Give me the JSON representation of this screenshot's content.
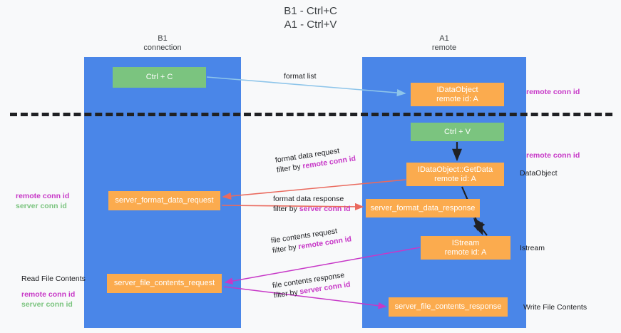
{
  "title": "B1 - Ctrl+C\nA1 - Ctrl+V",
  "columns": {
    "left": {
      "header": "B1\nconnection"
    },
    "right": {
      "header": "A1\nremote"
    }
  },
  "nodes": {
    "ctrl_c": {
      "line1": "Ctrl + C",
      "line2": "",
      "color": "#7bc47f"
    },
    "idataobject": {
      "line1": "IDataObject",
      "line2": "remote id: A",
      "color": "#fbab4e"
    },
    "ctrl_v": {
      "line1": "Ctrl + V",
      "line2": "",
      "color": "#7bc47f"
    },
    "getdata": {
      "line1": "IDataObject::GetData",
      "line2": "remote id: A",
      "color": "#fbab4e"
    },
    "server_format_data_request": {
      "line1": "server_format_data_request",
      "line2": "",
      "color": "#fbab4e"
    },
    "server_format_data_response": {
      "line1": "server_format_data_response",
      "line2": "",
      "color": "#fbab4e"
    },
    "istream": {
      "line1": "IStream",
      "line2": "remote id: A",
      "color": "#fbab4e"
    },
    "server_file_contents_request": {
      "line1": "server_file_contents_request",
      "line2": "",
      "color": "#fbab4e"
    },
    "server_file_contents_response": {
      "line1": "server_file_contents_response",
      "line2": "",
      "color": "#fbab4e"
    }
  },
  "edges": {
    "format_list": {
      "label": "format list",
      "filter_prefix": "",
      "filter_key": "",
      "color": "#8ec5ea"
    },
    "format_data_request": {
      "label": "format data request",
      "filter_prefix": "filter by ",
      "filter_key": "remote conn id",
      "color": "#ea6a5e"
    },
    "format_data_response": {
      "label": "format data response",
      "filter_prefix": "filter by ",
      "filter_key": "server conn id",
      "color": "#ea6a5e"
    },
    "file_contents_request": {
      "label": "file contents request",
      "filter_prefix": "filter by ",
      "filter_key": "remote conn id",
      "color": "#c738c7"
    },
    "file_contents_response": {
      "label": "file contents response",
      "filter_prefix": "filter by ",
      "filter_key": "server conn id",
      "color": "#c738c7"
    }
  },
  "annotations": {
    "right_top_remote": "remote conn id",
    "right_mid_remote": "remote conn id",
    "right_dataobject": "DataObject",
    "right_istream": "Istream",
    "right_write_file": "Write File Contents",
    "left_format": {
      "remote": "remote conn id",
      "server": "server conn id"
    },
    "left_file": {
      "title": "Read File Contents",
      "remote": "remote conn id",
      "server": "server conn id"
    }
  },
  "colors": {
    "lane": "#4a86e8",
    "green": "#7bc47f",
    "orange": "#fbab4e",
    "magenta": "#c738c7",
    "green_text": "#7bc47f",
    "red_arrow": "#ea6a5e",
    "blue_arrow": "#8ec5ea",
    "black": "#202124",
    "background": "#f8f9fa"
  }
}
